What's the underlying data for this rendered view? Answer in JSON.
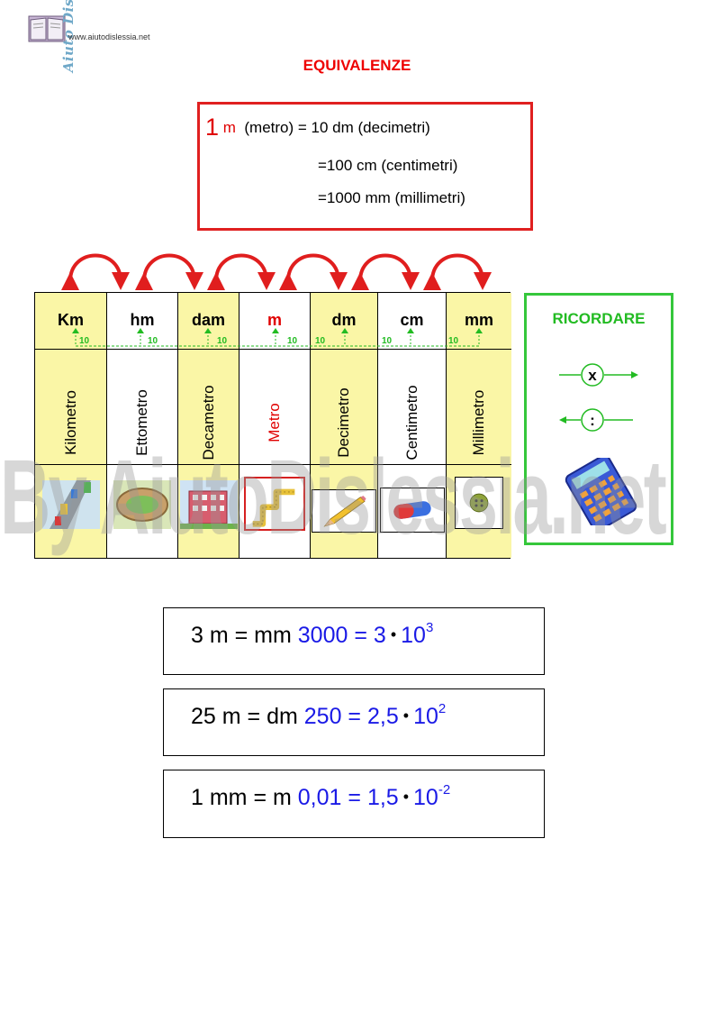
{
  "logo": {
    "name": "Aiuto Dislessia",
    "url": "www.aiutodislessia.net"
  },
  "title": "EQUIVALENZE",
  "equivalence": {
    "one": "1",
    "unit": "m",
    "line1_rest": "(metro) = 10 dm (decimetri)",
    "line2": "=100 cm (centimetri)",
    "line3": "=1000 mm (millimetri)"
  },
  "units": [
    {
      "symbol": "Km",
      "name": "Kilometro"
    },
    {
      "symbol": "hm",
      "name": "Ettometro"
    },
    {
      "symbol": "dam",
      "name": "Decametro"
    },
    {
      "symbol": "m",
      "name": "Metro"
    },
    {
      "symbol": "dm",
      "name": "Decimetro"
    },
    {
      "symbol": "cm",
      "name": "Centimetro"
    },
    {
      "symbol": "mm",
      "name": "Millimetro"
    }
  ],
  "factor_label": "10",
  "ricordare": {
    "label": "RICORDARE",
    "multiply": "x",
    "divide": ":"
  },
  "results": [
    {
      "lhs": "3 m = mm",
      "value": "3000 =",
      "mantissa": "3",
      "base": "10",
      "exp": "3"
    },
    {
      "lhs": "25 m = dm",
      "value": "250 =",
      "mantissa": "2,5",
      "base": "10",
      "exp": "2"
    },
    {
      "lhs": "1 mm = m",
      "value": "0,01 =",
      "mantissa": "1,5",
      "base": "10",
      "exp": "-2"
    }
  ],
  "watermark": "By AiutoDislessia.net",
  "colors": {
    "red": "#e00000",
    "green": "#22bb22",
    "blue": "#1a1ae6",
    "yellow": "#faf6a6"
  }
}
